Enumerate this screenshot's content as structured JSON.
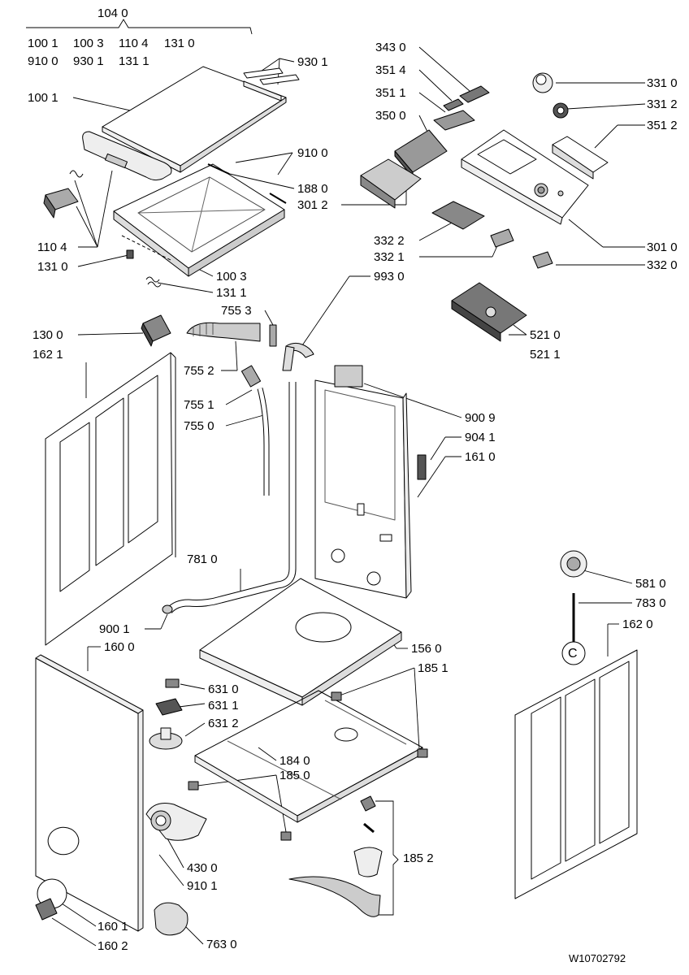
{
  "labels": {
    "l_1040": "104 0",
    "l_1001a": "100 1",
    "l_1003a": "100 3",
    "l_1104a": "110 4",
    "l_1310a": "131 0",
    "l_9100a": "910 0",
    "l_9301a": "930 1",
    "l_1311a": "131 1",
    "l_9301b": "930 1",
    "l_1001b": "100 1",
    "l_9100b": "910 0",
    "l_1880": "188 0",
    "l_3012": "301 2",
    "l_1104b": "110 4",
    "l_1310b": "131 0",
    "l_1003b": "100 3",
    "l_1311b": "131 1",
    "l_3430": "343 0",
    "l_3514": "351 4",
    "l_3511": "351 1",
    "l_3500": "350 0",
    "l_3310": "331 0",
    "l_3312": "331 2",
    "l_3512": "351 2",
    "l_3322": "332 2",
    "l_3321": "332 1",
    "l_3010": "301 0",
    "l_3320": "332 0",
    "l_9930": "993 0",
    "l_7553": "755 3",
    "l_1300": "130 0",
    "l_1621": "162 1",
    "l_7552": "755 2",
    "l_7551": "755 1",
    "l_7550": "755 0",
    "l_5210": "521 0",
    "l_5211": "521 1",
    "l_9009": "900 9",
    "l_9041": "904 1",
    "l_1610": "161 0",
    "l_7810": "781 0",
    "l_9001": "900 1",
    "l_1600": "160 0",
    "l_5810": "581 0",
    "l_7830": "783 0",
    "l_1620": "162 0",
    "l_1560": "156 0",
    "l_1851": "185 1",
    "l_6310": "631 0",
    "l_6311": "631 1",
    "l_6312": "631 2",
    "l_1840": "184 0",
    "l_1850": "185 0",
    "l_4300": "430 0",
    "l_9101": "910 1",
    "l_1852": "185 2",
    "l_1601": "160 1",
    "l_1602": "160 2",
    "l_7630": "763 0"
  },
  "doc_number": "W10702792",
  "c_mark": "C"
}
